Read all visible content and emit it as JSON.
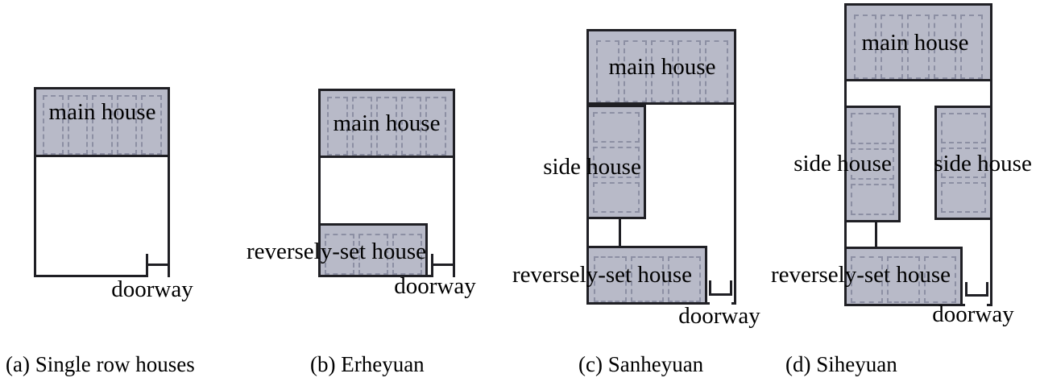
{
  "figure": {
    "colors": {
      "background": "#ffffff",
      "house_fill": "#b8bac8",
      "room_dash": "#8c8fa3",
      "wall": "#1f1f24",
      "text": "#000000"
    },
    "panels": [
      {
        "id": "a",
        "caption": "(a) Single row houses",
        "labels": {
          "main_house": "main house",
          "doorway": "doorway"
        }
      },
      {
        "id": "b",
        "caption": "(b) Erheyuan",
        "labels": {
          "main_house": "main house",
          "reversely_set_house": "reversely-set house",
          "doorway": "doorway"
        }
      },
      {
        "id": "c",
        "caption": "(c) Sanheyuan",
        "labels": {
          "main_house": "main house",
          "side_house": "side house",
          "reversely_set_house": "reversely-set house",
          "doorway": "doorway"
        }
      },
      {
        "id": "d",
        "caption": "(d) Siheyuan",
        "labels": {
          "main_house": "main house",
          "side_house_left": "side house",
          "side_house_right": "side house",
          "reversely_set_house": "reversely-set house",
          "doorway": "doorway"
        }
      }
    ]
  }
}
